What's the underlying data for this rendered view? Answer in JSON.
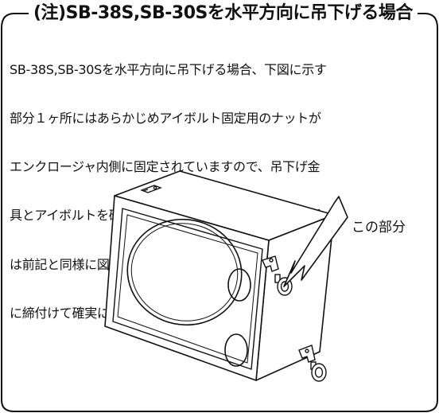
{
  "notice": {
    "title": "(注)SB-38S,SB-30Sを水平方向に吊下げる場合",
    "body_lines": [
      "SB-38S,SB-30Sを水平方向に吊下げる場合、下図に示す",
      "部分１ヶ所にはあらかじめアイボルト固定用のナットが",
      "エンクロージャ内側に固定されていますので、吊下げ金",
      "具とアイボルトを確実に取付けてください。他の３ヶ所",
      "は前記と同様に図を参考に金具を取付け、ナットを十分",
      "に締付けて確実に固定してください。"
    ]
  },
  "figure": {
    "callout_label": "この部分"
  }
}
